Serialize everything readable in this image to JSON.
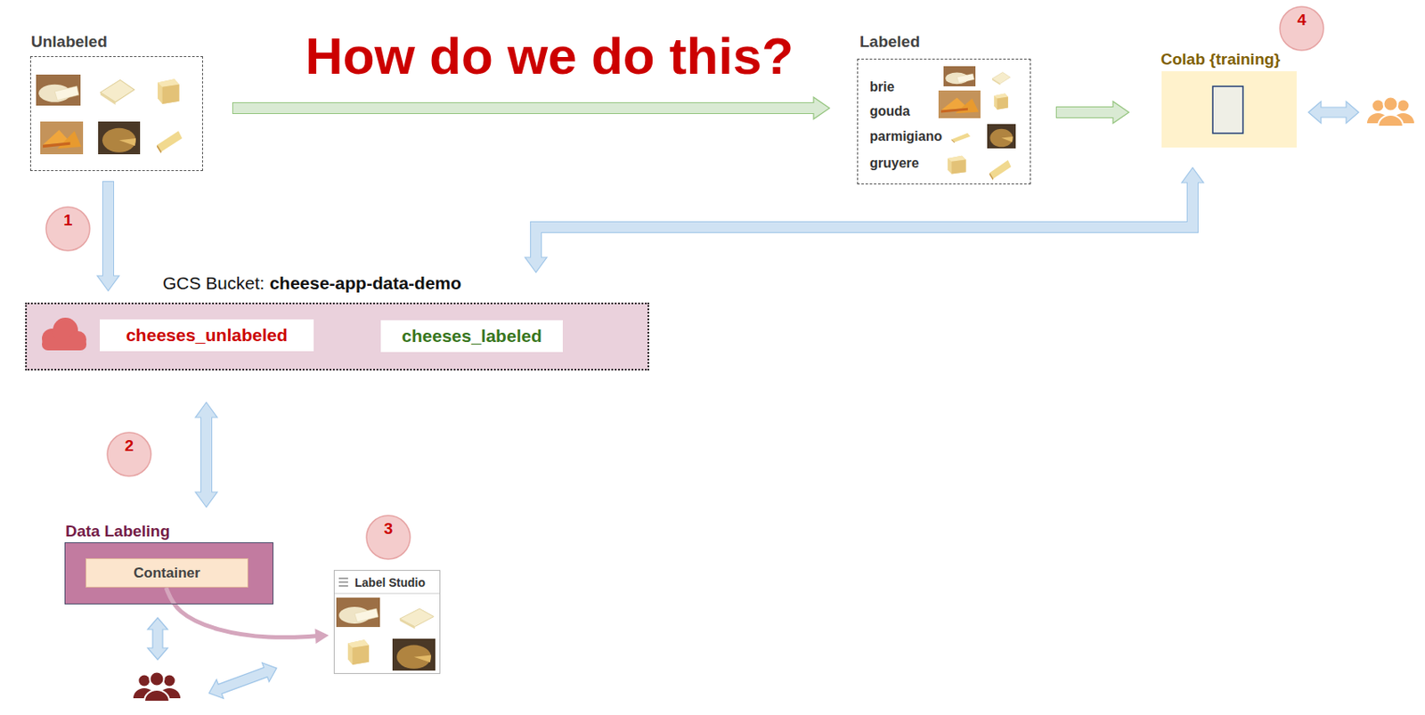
{
  "diagram": {
    "title": "How do we do this?",
    "nodes": [
      {
        "text": [
          "Unlabeled"
        ]
      },
      {
        "text": [
          "Labeled",
          "brie",
          "gouda",
          "parmigiano",
          "gruyere"
        ]
      },
      {
        "text": [
          "Colab {training}"
        ]
      },
      {
        "text": [
          "GCS Bucket:",
          "cheese-app-data-demo"
        ]
      },
      {
        "text": [
          "cheeses_unlabeled"
        ],
        "in": 3
      },
      {
        "text": [
          "cheeses_labeled"
        ],
        "in": 3
      },
      {
        "text": [
          "Data Labeling"
        ]
      },
      {
        "text": [
          "Container"
        ],
        "in": 6
      },
      {
        "text": [
          "Label Studio"
        ]
      }
    ],
    "edges": [
      {
        "from": 0,
        "to": 1,
        "arrow": "to"
      },
      {
        "from": 1,
        "to": 2,
        "arrow": "to"
      },
      {
        "from": 0,
        "to": 3,
        "arrow": "to"
      },
      {
        "from": 3,
        "to": 2,
        "arrow": "both"
      },
      {
        "from": 3,
        "to": 6,
        "arrow": "both"
      },
      {
        "from": 7,
        "to": 8,
        "arrow": "to"
      }
    ],
    "labels": [
      "1",
      "2",
      "3",
      "4"
    ]
  }
}
